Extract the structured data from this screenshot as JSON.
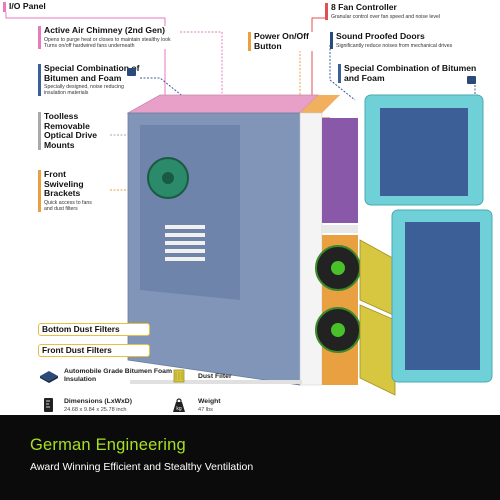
{
  "callouts": {
    "io_panel": {
      "title": "I/O Panel"
    },
    "air_chimney": {
      "title": "Active Air Chimney (2nd Gen)",
      "desc": "Opens to purge heat or closes to maintain stealthy look Turns on/off hardwired fans underneath"
    },
    "power_button": {
      "title": "Power On/Off Button"
    },
    "fan_controller": {
      "title": "8 Fan Controller",
      "desc": "Granular control over fan speed and noise level"
    },
    "sound_doors": {
      "title": "Sound Proofed Doors",
      "desc": "Significantly reduce noises from mechanical drives"
    },
    "bitumen_left": {
      "title": "Special Combination of Bitumen and Foam",
      "desc": "Specially designed, noise reducing insulation materials"
    },
    "bitumen_right": {
      "title": "Special Combination of Bitumen and Foam"
    },
    "toolless": {
      "title": "Toolless Removable Optical Drive Mounts"
    },
    "swivel": {
      "title": "Front Swiveling Brackets",
      "desc": "Quick access to fans and dust filters"
    },
    "bottom_filters": {
      "title": "Bottom Dust Filters"
    },
    "front_filters": {
      "title": "Front Dust Filters"
    }
  },
  "legend": {
    "bitumen": {
      "label": "Automobile Grade Bitumen Foam Insulation"
    },
    "dust_filter": {
      "label": "Dust Filter"
    },
    "dimensions": {
      "label": "Dimensions (LxWxD)",
      "value": "24.68 x 9.84 x 25.78 inch"
    },
    "weight": {
      "label": "Weight",
      "value": "47 lbs"
    }
  },
  "banner": {
    "title": "German Engineering",
    "subtitle": "Award Winning Efficient and Stealthy Ventilation"
  },
  "icons": {
    "doc_icon": "document-icon",
    "weight_icon": "weight-icon",
    "ruler_icon": "ruler-icon"
  },
  "colors": {
    "pink": "#e87ac0",
    "teal": "#55c0c8",
    "orange": "#e8a040",
    "yellow": "#e8c040",
    "navy": "#2b4a7a",
    "banner_green": "#a6e024"
  }
}
